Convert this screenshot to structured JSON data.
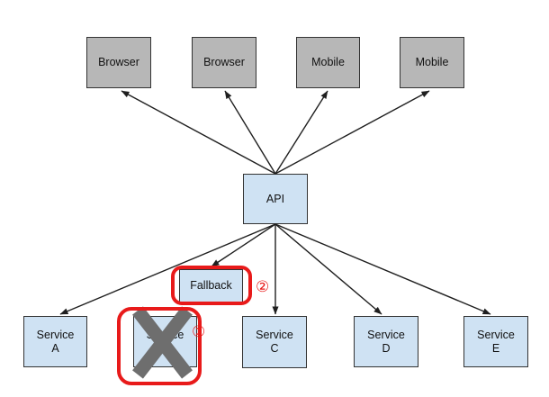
{
  "diagram": {
    "clients": [
      {
        "label": "Browser"
      },
      {
        "label": "Browser"
      },
      {
        "label": "Mobile"
      },
      {
        "label": "Mobile"
      }
    ],
    "api": {
      "label": "API"
    },
    "fallback": {
      "label": "Fallback"
    },
    "services": [
      {
        "label": "Service",
        "sublabel": "A"
      },
      {
        "label": "Service",
        "sublabel": "B"
      },
      {
        "label": "Service",
        "sublabel": "C"
      },
      {
        "label": "Service",
        "sublabel": "D"
      },
      {
        "label": "Service",
        "sublabel": "E"
      }
    ]
  },
  "annotations": {
    "callout_1": "①",
    "callout_2": "②"
  },
  "colors": {
    "client_fill": "#b7b7b7",
    "service_fill": "#cfe2f3",
    "node_border": "#333333",
    "arrow": "#1f1f1f",
    "failure_x": "#6e6e6e",
    "highlight_red": "#e81a1a",
    "background": "#ffffff"
  }
}
